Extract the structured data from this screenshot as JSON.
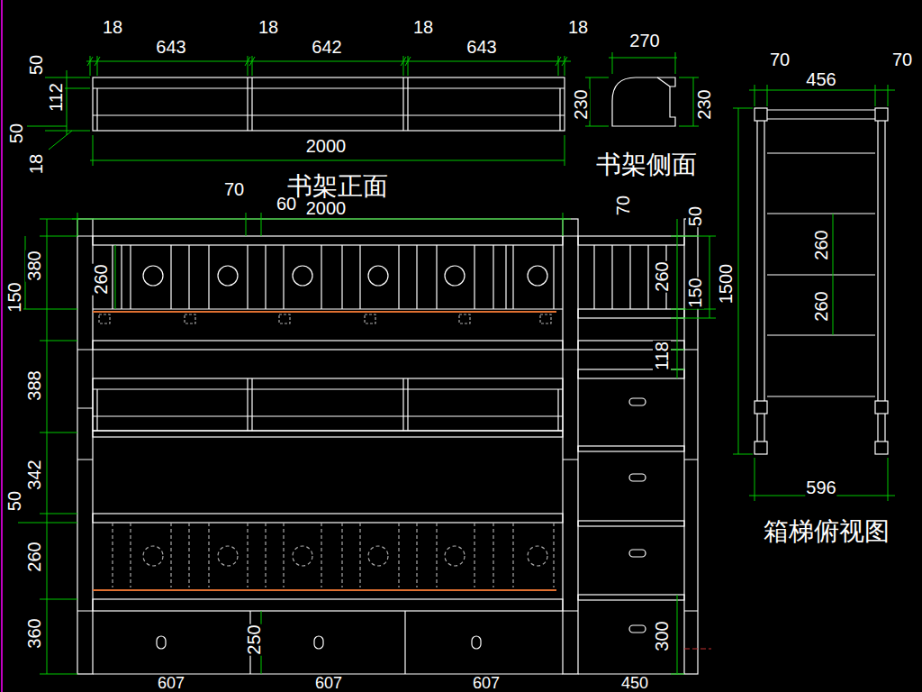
{
  "diagram": {
    "labels": [
      "18",
      "643",
      "18",
      "642",
      "18",
      "643",
      "18",
      "50",
      "112",
      "50",
      "18",
      "2000",
      "书架正面",
      "270",
      "230",
      "230",
      "书架侧面",
      "70",
      "456",
      "70",
      "1500",
      "260",
      "260",
      "596",
      "箱梯俯视图",
      "70",
      "60",
      "2000",
      "380",
      "150",
      "260",
      "388",
      "342",
      "50",
      "260",
      "360",
      "250",
      "70",
      "50",
      "260",
      "150",
      "118",
      "300",
      "607",
      "607",
      "607",
      "450"
    ]
  }
}
